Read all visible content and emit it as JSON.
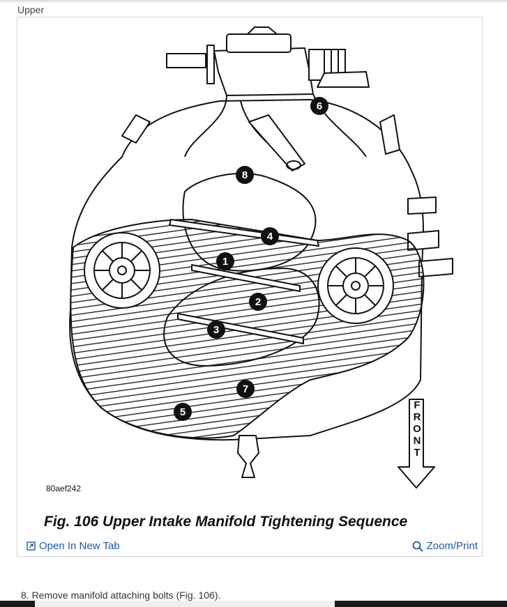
{
  "section_label": "Upper",
  "figure": {
    "code": "80aef242",
    "caption": "Fig. 106 Upper Intake Manifold Tightening Sequence",
    "front_letters": [
      "F",
      "R",
      "O",
      "N",
      "T"
    ],
    "bolts": [
      "1",
      "2",
      "3",
      "4",
      "5",
      "6",
      "7",
      "8"
    ]
  },
  "links": {
    "open_new_tab": "Open In New Tab",
    "zoom_print": "Zoom/Print"
  },
  "step_text": "8. Remove manifold attaching bolts (Fig. 106).",
  "icons": [
    "open-new-tab-icon",
    "magnifier-icon"
  ],
  "colors": {
    "link": "#1f57a6"
  }
}
